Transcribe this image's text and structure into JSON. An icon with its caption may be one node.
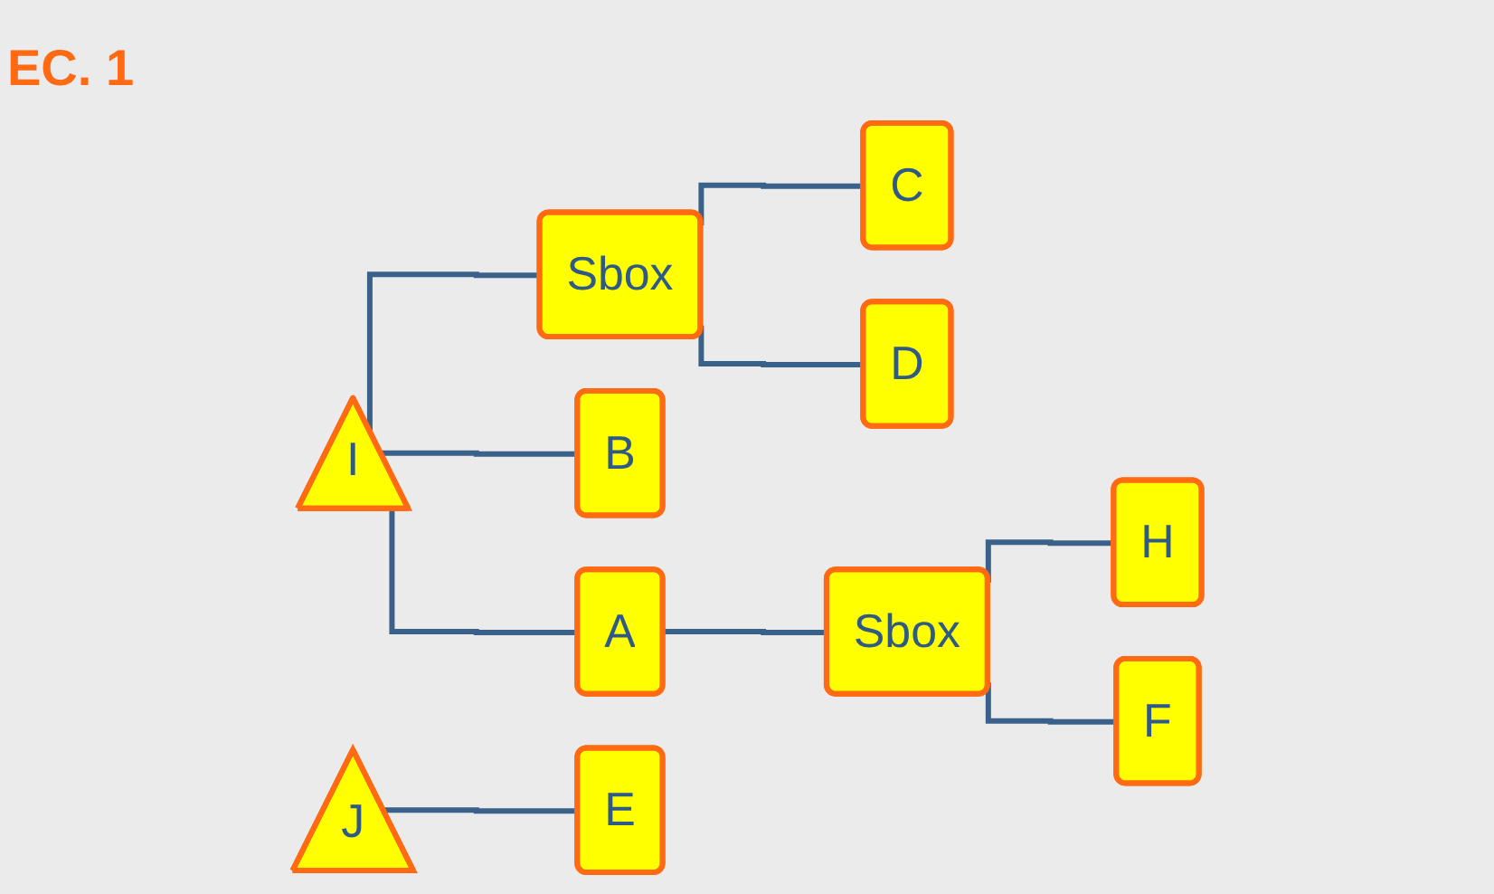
{
  "diagram": {
    "nodes": [
      {
        "text": [
          "I"
        ]
      },
      {
        "text": [
          "A"
        ]
      },
      {
        "text": [
          "B"
        ]
      },
      {
        "text": [
          "Sbox"
        ]
      },
      {
        "text": [
          "C"
        ]
      },
      {
        "text": [
          "D"
        ]
      },
      {
        "text": [
          "Sbox"
        ]
      },
      {
        "text": [
          "H"
        ]
      },
      {
        "text": [
          "F"
        ]
      },
      {
        "text": [
          "J"
        ]
      },
      {
        "text": [
          "E"
        ]
      }
    ],
    "edges": [
      {
        "from": 0,
        "to": 1,
        "arrow": "none"
      },
      {
        "from": 0,
        "to": 2,
        "arrow": "none"
      },
      {
        "from": 0,
        "to": 3,
        "arrow": "none"
      },
      {
        "from": 3,
        "to": 4,
        "arrow": "none"
      },
      {
        "from": 3,
        "to": 5,
        "arrow": "none"
      },
      {
        "from": 1,
        "to": 6,
        "arrow": "none"
      },
      {
        "from": 6,
        "to": 7,
        "arrow": "none"
      },
      {
        "from": 6,
        "to": 8,
        "arrow": "none"
      },
      {
        "from": 9,
        "to": 10,
        "arrow": "none"
      }
    ],
    "labels": [
      "EC. 1"
    ]
  }
}
